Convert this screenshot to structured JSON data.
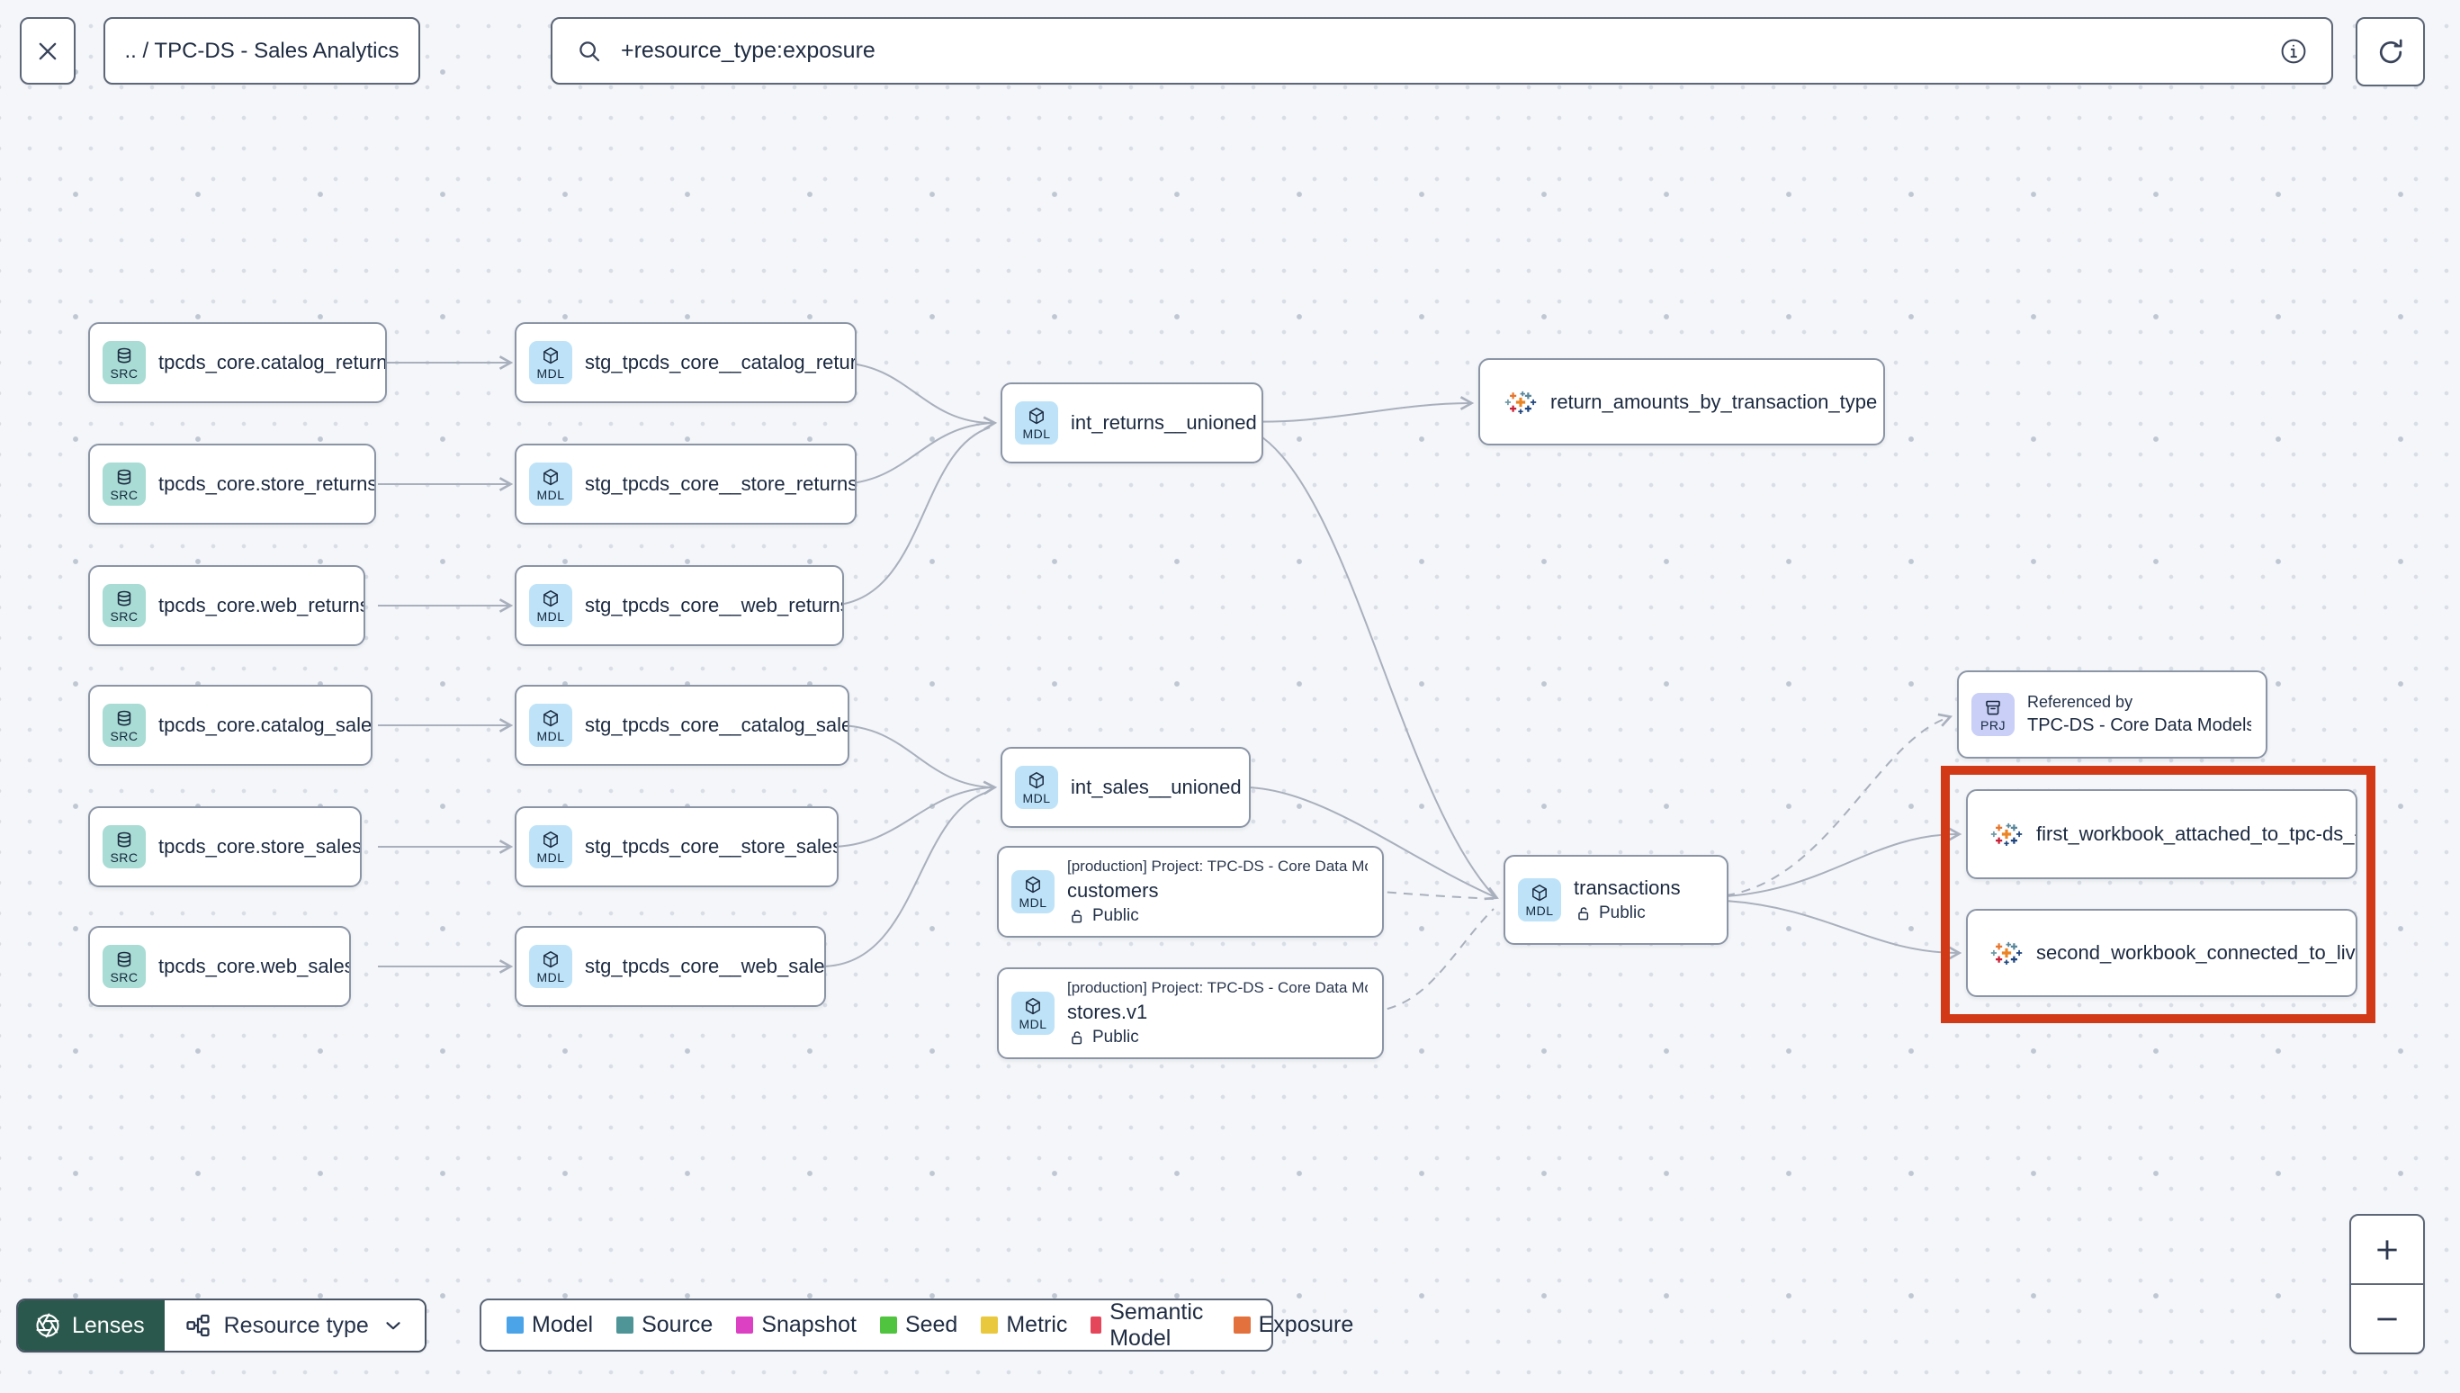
{
  "toolbar": {
    "close_icon": "x-icon",
    "breadcrumb": ".. / TPC-DS - Sales Analytics",
    "search": {
      "icon": "magnifier-icon",
      "value": "+resource_type:exposure",
      "info_icon": "info-circle-icon"
    },
    "refresh_icon": "refresh-icon"
  },
  "nodes": {
    "src_catalog_returns": {
      "badge": "SRC",
      "label": "tpcds_core.catalog_returns"
    },
    "src_store_returns": {
      "badge": "SRC",
      "label": "tpcds_core.store_returns"
    },
    "src_web_returns": {
      "badge": "SRC",
      "label": "tpcds_core.web_returns"
    },
    "src_catalog_sales": {
      "badge": "SRC",
      "label": "tpcds_core.catalog_sales"
    },
    "src_store_sales": {
      "badge": "SRC",
      "label": "tpcds_core.store_sales"
    },
    "src_web_sales": {
      "badge": "SRC",
      "label": "tpcds_core.web_sales"
    },
    "stg_catalog_returns": {
      "badge": "MDL",
      "label": "stg_tpcds_core__catalog_returns"
    },
    "stg_store_returns": {
      "badge": "MDL",
      "label": "stg_tpcds_core__store_returns"
    },
    "stg_web_returns": {
      "badge": "MDL",
      "label": "stg_tpcds_core__web_returns"
    },
    "stg_catalog_sales": {
      "badge": "MDL",
      "label": "stg_tpcds_core__catalog_sales"
    },
    "stg_store_sales": {
      "badge": "MDL",
      "label": "stg_tpcds_core__store_sales"
    },
    "stg_web_sales": {
      "badge": "MDL",
      "label": "stg_tpcds_core__web_sales"
    },
    "int_returns": {
      "badge": "MDL",
      "label": "int_returns__unioned"
    },
    "int_sales": {
      "badge": "MDL",
      "label": "int_sales__unioned"
    },
    "return_amounts": {
      "icon": "tableau-icon",
      "label": "return_amounts_by_transaction_type"
    },
    "customers": {
      "badge": "MDL",
      "project": "[production] Project: TPC-DS - Core Data Mo…",
      "label": "customers",
      "access": "Public"
    },
    "stores": {
      "badge": "MDL",
      "project": "[production] Project: TPC-DS - Core Data Mo…",
      "label": "stores.v1",
      "access": "Public"
    },
    "transactions": {
      "badge": "MDL",
      "label": "transactions",
      "access": "Public"
    },
    "referenced_by": {
      "badge": "PRJ",
      "meta": "Referenced by",
      "label": "TPC-DS - Core Data Models"
    },
    "workbook_first": {
      "icon": "tableau-icon",
      "label": "first_workbook_attached_to_tpc-ds_-_…"
    },
    "workbook_second": {
      "icon": "tableau-icon",
      "label": "second_workbook_connected_to_live…"
    }
  },
  "edges": [
    {
      "from": "src_catalog_returns",
      "to": "stg_catalog_returns",
      "style": "solid"
    },
    {
      "from": "src_store_returns",
      "to": "stg_store_returns",
      "style": "solid"
    },
    {
      "from": "src_web_returns",
      "to": "stg_web_returns",
      "style": "solid"
    },
    {
      "from": "src_catalog_sales",
      "to": "stg_catalog_sales",
      "style": "solid"
    },
    {
      "from": "src_store_sales",
      "to": "stg_store_sales",
      "style": "solid"
    },
    {
      "from": "src_web_sales",
      "to": "stg_web_sales",
      "style": "solid"
    },
    {
      "from": "stg_catalog_returns",
      "to": "int_returns",
      "style": "solid"
    },
    {
      "from": "stg_store_returns",
      "to": "int_returns",
      "style": "solid"
    },
    {
      "from": "stg_web_returns",
      "to": "int_returns",
      "style": "solid"
    },
    {
      "from": "stg_catalog_sales",
      "to": "int_sales",
      "style": "solid"
    },
    {
      "from": "stg_store_sales",
      "to": "int_sales",
      "style": "solid"
    },
    {
      "from": "stg_web_sales",
      "to": "int_sales",
      "style": "solid"
    },
    {
      "from": "int_returns",
      "to": "return_amounts",
      "style": "solid"
    },
    {
      "from": "int_returns",
      "to": "transactions",
      "style": "solid"
    },
    {
      "from": "int_sales",
      "to": "transactions",
      "style": "solid"
    },
    {
      "from": "customers",
      "to": "transactions",
      "style": "dashed"
    },
    {
      "from": "stores",
      "to": "transactions",
      "style": "dashed"
    },
    {
      "from": "transactions",
      "to": "referenced_by",
      "style": "dashed"
    },
    {
      "from": "transactions",
      "to": "workbook_first",
      "style": "solid"
    },
    {
      "from": "transactions",
      "to": "workbook_second",
      "style": "solid"
    }
  ],
  "annotation": {
    "type": "highlight-box",
    "color": "#d23a17"
  },
  "lens_bar": {
    "lenses_label": "Lenses",
    "resource_type_label": "Resource type"
  },
  "legend": {
    "items": [
      {
        "label": "Model",
        "color": "#4ba3e8"
      },
      {
        "label": "Source",
        "color": "#4f9598"
      },
      {
        "label": "Snapshot",
        "color": "#dc41c3"
      },
      {
        "label": "Seed",
        "color": "#50c43e"
      },
      {
        "label": "Metric",
        "color": "#e9c83d"
      },
      {
        "label": "Semantic Model",
        "color": "#e5465a"
      },
      {
        "label": "Exposure",
        "color": "#e2713e"
      }
    ]
  },
  "zoom_controls": {
    "zoom_in": "+",
    "zoom_out": "−"
  }
}
